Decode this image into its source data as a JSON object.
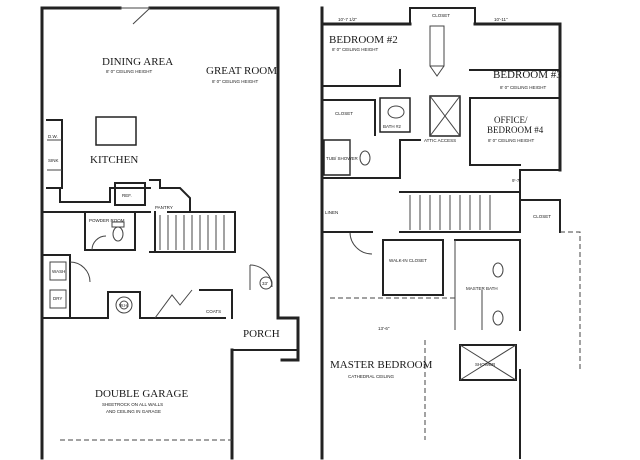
{
  "first_floor": {
    "dining_area": "DINING AREA",
    "dining_ceiling": "8' 0\" CEILING HEIGHT",
    "great_room": "GREAT ROOM",
    "great_room_ceiling": "8' 0\" CEILING HEIGHT",
    "kitchen": "KITCHEN",
    "dw": "D.W.",
    "sink": "SINK",
    "ref": "REF.",
    "pantry": "PANTRY",
    "powder_room": "POWDER ROOM",
    "wash": "WASH",
    "dry": "DRY",
    "wh": "W.H.",
    "coats": "COATS",
    "porch": "PORCH",
    "door_size": "33'",
    "double_garage": "DOUBLE GARAGE",
    "garage_note_1": "SHEETROCK ON ALL WALLS",
    "garage_note_2": "AND CEILING IN GARAGE"
  },
  "second_floor": {
    "bedroom2": "BEDROOM #2",
    "bedroom2_ceiling": "8' 0\" CEILING HEIGHT",
    "bedroom3": "BEDROOM #3",
    "bedroom3_ceiling": "8' 0\" CEILING HEIGHT",
    "office_line1": "OFFICE/",
    "office_line2": "BEDROOM #4",
    "office_ceiling": "8' 0\" CEILING HEIGHT",
    "closet_top": "CLOSET",
    "closet_left": "CLOSET",
    "closet_right": "CLOSET",
    "bath2": "BATH #2",
    "attic_access": "ATTIC ACCESS",
    "tub_shower": "TUB/ SHOWER",
    "linen": "LINEN",
    "walk_in_closet": "WALK-IN CLOSET",
    "master_bath": "MASTER BATH",
    "master_bedroom": "MASTER BEDROOM",
    "cathedral": "CATHEDRAL CEILING",
    "shower": "SHOWER",
    "dim_top_left": "10'-7 1/2\"",
    "dim_top_right": "10'-11\"",
    "dim_mid": "13'-6\"",
    "dim_right": "9'-7\""
  }
}
